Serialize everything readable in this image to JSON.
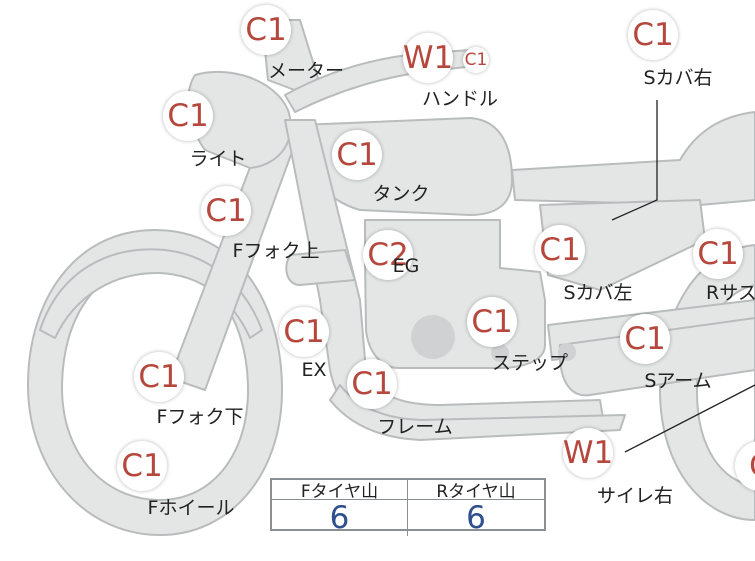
{
  "colors": {
    "grade_text": "#b5473d",
    "body_fill": "#e4e6e6",
    "body_stroke": "#b9bcbd",
    "tread_value": "#2f4f8f"
  },
  "parts": {
    "meter": {
      "grade": "C1",
      "label": "メーター"
    },
    "handle": {
      "grade": "W1",
      "sub_grade": "C1",
      "label": "ハンドル"
    },
    "side_cover_right": {
      "grade": "C1",
      "label": "Sカバ右"
    },
    "light": {
      "grade": "C1",
      "label": "ライト"
    },
    "tank": {
      "grade": "C1",
      "label": "タンク"
    },
    "fork_upper": {
      "grade": "C1",
      "label": "Fフォク上"
    },
    "engine": {
      "grade": "C2",
      "label": "EG"
    },
    "side_cover_left": {
      "grade": "C1",
      "label": "Sカバ左"
    },
    "rear_suspension": {
      "grade": "C1",
      "label": "Rサス"
    },
    "exhaust": {
      "grade": "C1",
      "label": "EX"
    },
    "step": {
      "grade": "C1",
      "label": "ステップ"
    },
    "swingarm": {
      "grade": "C1",
      "label": "Sアーム"
    },
    "fork_lower": {
      "grade": "C1",
      "label": "Fフォク下"
    },
    "frame": {
      "grade": "C1",
      "label": "フレーム"
    },
    "front_wheel": {
      "grade": "C1",
      "label": "Fホイール"
    },
    "silencer_right": {
      "grade": "W1",
      "label": "サイレ右"
    },
    "rear_wheel": {
      "grade": "C"
    }
  },
  "tread": {
    "front_header": "Fタイヤ山",
    "rear_header": "Rタイヤ山",
    "front_value": "6",
    "rear_value": "6"
  }
}
